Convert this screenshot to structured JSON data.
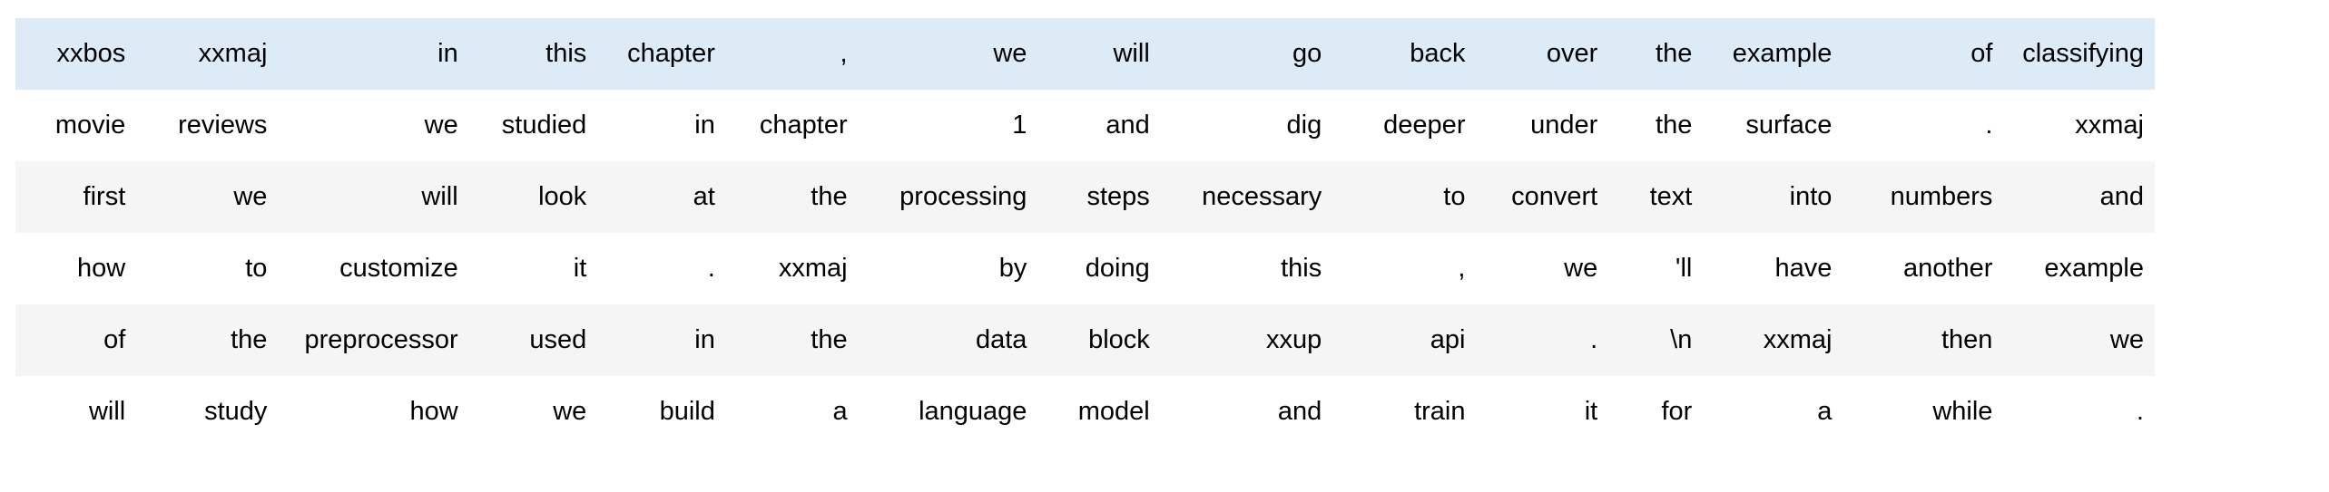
{
  "table": {
    "columns": 16,
    "colors": {
      "highlight_row_bg": "#ddebf7",
      "zebra_row_bg": "#f5f5f5",
      "plain_row_bg": "#ffffff",
      "text": "#000000",
      "page_bg": "#ffffff"
    },
    "rows": [
      {
        "style": "highlight",
        "cells": [
          "xxbos",
          "xxmaj",
          "in",
          "this",
          "chapter",
          ",",
          "we",
          "will",
          "go",
          "back",
          "over",
          "the",
          "example",
          "of",
          "classifying"
        ]
      },
      {
        "style": "plain",
        "cells": [
          "movie",
          "reviews",
          "we",
          "studied",
          "in",
          "chapter",
          "1",
          "and",
          "dig",
          "deeper",
          "under",
          "the",
          "surface",
          ".",
          "xxmaj"
        ]
      },
      {
        "style": "zebra",
        "cells": [
          "first",
          "we",
          "will",
          "look",
          "at",
          "the",
          "processing",
          "steps",
          "necessary",
          "to",
          "convert",
          "text",
          "into",
          "numbers",
          "and"
        ]
      },
      {
        "style": "plain",
        "cells": [
          "how",
          "to",
          "customize",
          "it",
          ".",
          "xxmaj",
          "by",
          "doing",
          "this",
          ",",
          "we",
          "'ll",
          "have",
          "another",
          "example"
        ]
      },
      {
        "style": "zebra",
        "cells": [
          "of",
          "the",
          "preprocessor",
          "used",
          "in",
          "the",
          "data",
          "block",
          "xxup",
          "api",
          ".",
          "\\n",
          "xxmaj",
          "then",
          "we"
        ]
      },
      {
        "style": "plain",
        "cells": [
          "will",
          "study",
          "how",
          "we",
          "build",
          "a",
          "language",
          "model",
          "and",
          "train",
          "it",
          "for",
          "a",
          "while",
          "."
        ]
      }
    ]
  }
}
